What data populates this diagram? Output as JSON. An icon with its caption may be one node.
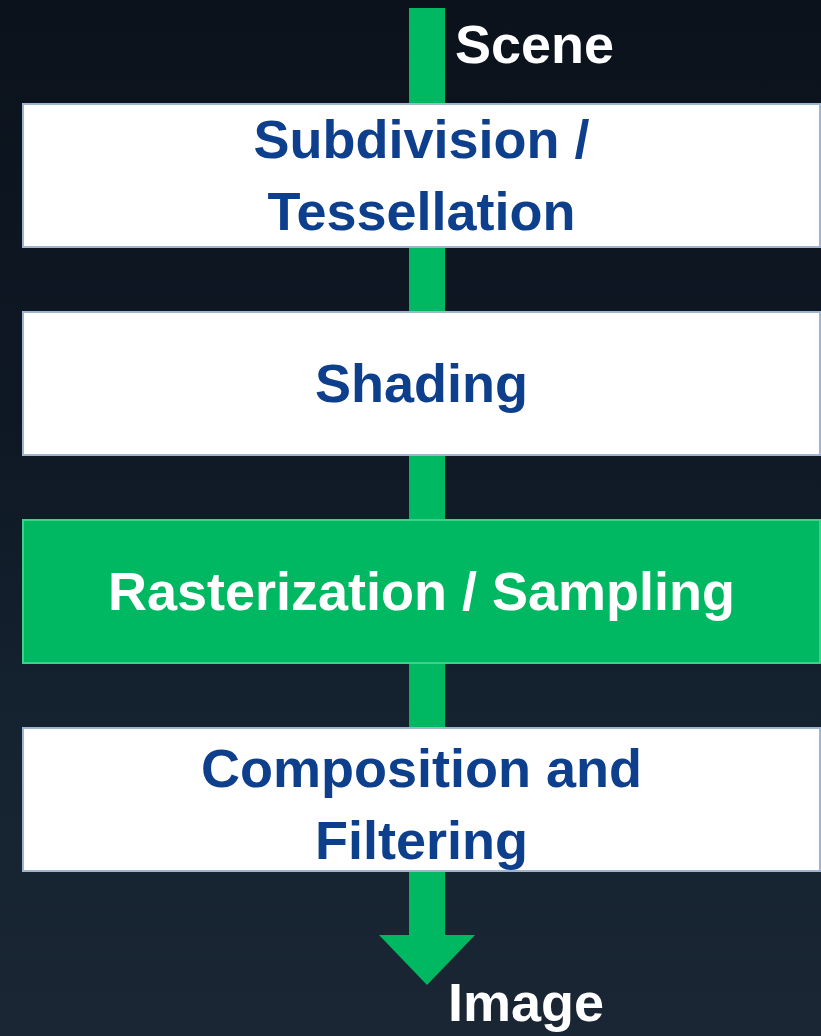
{
  "diagram": {
    "nodes": [
      {
        "text": [
          "Scene"
        ]
      },
      {
        "text": [
          "Subdivision / Tessellation"
        ]
      },
      {
        "text": [
          "Shading"
        ]
      },
      {
        "text": [
          "Rasterization / Sampling"
        ]
      },
      {
        "text": [
          "Composition and Filtering"
        ]
      },
      {
        "text": [
          "Image"
        ]
      }
    ],
    "edges": [
      {
        "from": 0,
        "to": 1,
        "arrow": "none"
      },
      {
        "from": 1,
        "to": 2,
        "arrow": "none"
      },
      {
        "from": 2,
        "to": 3,
        "arrow": "none"
      },
      {
        "from": 3,
        "to": 4,
        "arrow": "none"
      },
      {
        "from": 4,
        "to": 5,
        "arrow": "to"
      }
    ]
  }
}
